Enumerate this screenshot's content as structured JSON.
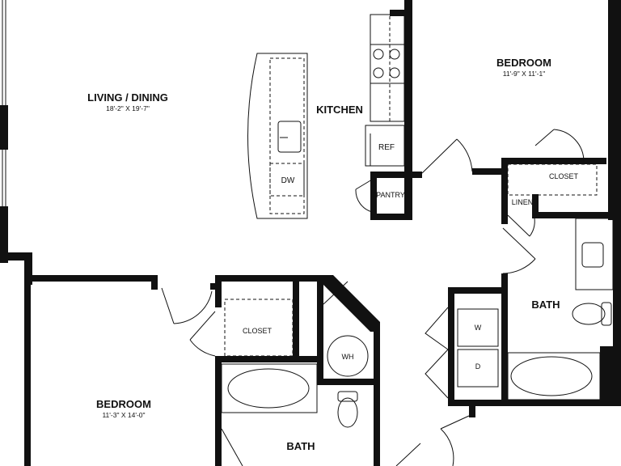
{
  "rooms": {
    "living_dining": {
      "name": "LIVING / DINING",
      "dims": "18'-2\" X 19'-7\""
    },
    "kitchen": {
      "name": "KITCHEN"
    },
    "bedroom_main": {
      "name": "BEDROOM",
      "dims": "11'-9\" X 11'-1\""
    },
    "bedroom_second": {
      "name": "BEDROOM",
      "dims": "11'-3\" X 14'-0\""
    },
    "bath_right": {
      "name": "BATH"
    },
    "bath_bottom": {
      "name": "BATH"
    }
  },
  "fixtures": {
    "ref": "REF",
    "dw": "DW",
    "pantry": "PANTRY",
    "closet_top": "CLOSET",
    "linen": "LINEN",
    "closet_bottom": "CLOSET",
    "wh": "WH",
    "washer": "W",
    "dryer": "D"
  }
}
